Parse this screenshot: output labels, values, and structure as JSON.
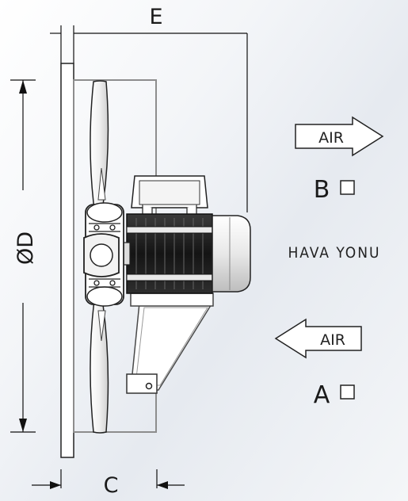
{
  "dimensions": {
    "e_label": "E",
    "diameter_label": "ØD",
    "c_label": "C"
  },
  "airflow": {
    "title": "HAVA YONU",
    "option_b": {
      "arrow_text": "AIR",
      "direction": "right",
      "letter": "B",
      "checked": false
    },
    "option_a": {
      "arrow_text": "AIR",
      "direction": "left",
      "letter": "A",
      "checked": false
    }
  },
  "colors": {
    "line": "#111111",
    "motor_dark": "#1b1b1b",
    "frame_gray": "#8d8d8d"
  }
}
